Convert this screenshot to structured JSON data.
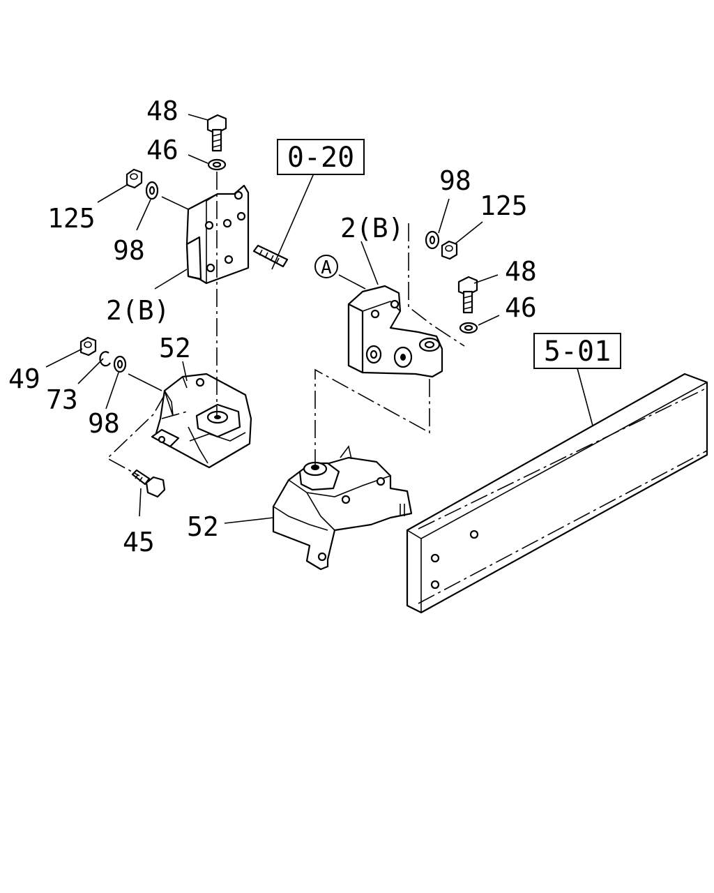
{
  "callouts": {
    "c48_top": "48",
    "c46_top": "46",
    "c125_left": "125",
    "c98_left": "98",
    "c2b_left": "2(B)",
    "c52_left": "52",
    "c49": "49",
    "c73": "73",
    "c98_lower": "98",
    "c45": "45",
    "c98_right": "98",
    "c125_right": "125",
    "c2b_right": "2(B)",
    "c48_right": "48",
    "c46_right": "46",
    "c52_lower": "52",
    "circle_a": "A"
  },
  "references": {
    "ref_020": "0-20",
    "ref_501": "5-01"
  },
  "colors": {
    "ink": "#000000",
    "paper": "#ffffff"
  }
}
